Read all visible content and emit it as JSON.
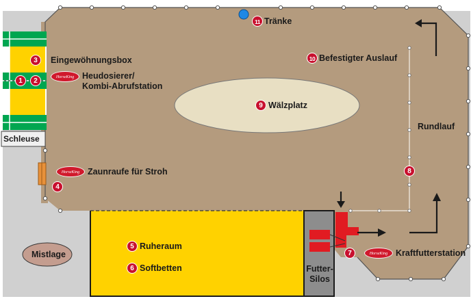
{
  "labels": {
    "eingewoehnungsbox": "Eingewöhnungsbox",
    "heudosierer": "Heudosierer/\nKombi-Abrufstation",
    "zaunraufe": "Zaunraufe für Stroh",
    "schleuse": "Schleuse",
    "mistlage": "Mistlage",
    "ruheraum": "Ruheraum",
    "softbetten": "Softbetten",
    "futtersilos": "Futter-\nSilos",
    "kraftfutterstation": "Kraftfutterstation",
    "rundlauf": "Rundlauf",
    "befestigter_auslauf": "Befestigter Auslauf",
    "waelzplatz": "Wälzplatz",
    "traenke": "Tränke"
  },
  "markers": [
    "1",
    "2",
    "3",
    "4",
    "5",
    "6",
    "7",
    "8",
    "9",
    "10",
    "11"
  ],
  "logo_text": "HorseKing",
  "colors": {
    "paddock": "#b49b7e",
    "outer_gray": "#d0d0d0",
    "rest_area": "#ffd200",
    "silo": "#8d8d8d",
    "red": "#e11b22",
    "green": "#00a650",
    "marker": "#c8102e",
    "water": "#1e88e5",
    "hay_rack": "#e8913a"
  }
}
